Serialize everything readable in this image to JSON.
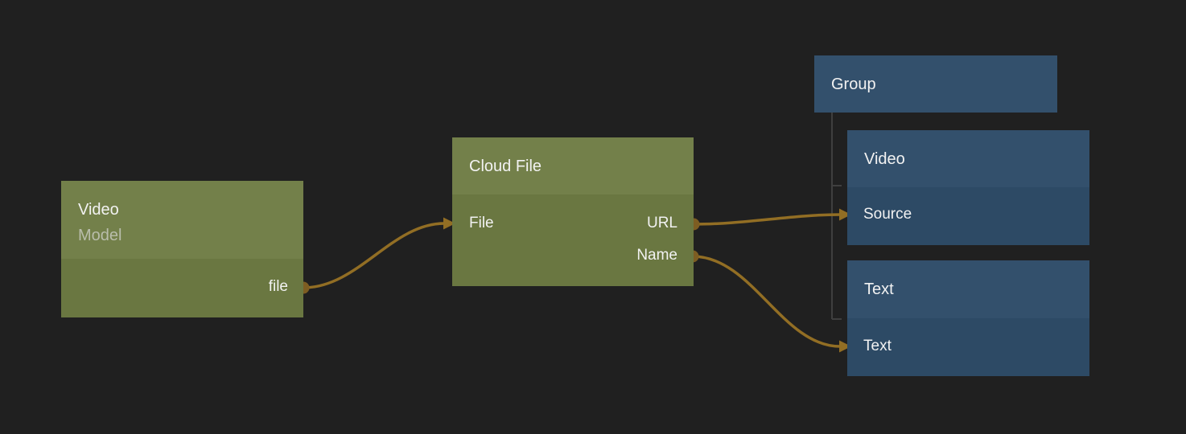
{
  "colors": {
    "background": "#202020",
    "green_node_header": "#73804a",
    "green_node_body": "#6a7741",
    "blue_node_header": "#33506c",
    "blue_node_body": "#2d4a65",
    "wire": "#926e24",
    "port": "#7d5d22",
    "group_tree_line": "#3f3f3f",
    "title_text": "#f2f2f2",
    "subtitle_text": "#b9bdab"
  },
  "nodes": {
    "video_model": {
      "title": "Video",
      "subtitle": "Model",
      "outputs": {
        "file": "file"
      }
    },
    "cloud_file": {
      "title": "Cloud File",
      "inputs": {
        "file": "File"
      },
      "outputs": {
        "url": "URL",
        "name": "Name"
      }
    },
    "group": {
      "title": "Group"
    },
    "group_video": {
      "title": "Video",
      "inputs": {
        "source": "Source"
      }
    },
    "group_text": {
      "title": "Text",
      "inputs": {
        "text": "Text"
      }
    }
  },
  "edges": [
    {
      "from": "Video.file",
      "to": "Cloud File.File"
    },
    {
      "from": "Cloud File.URL",
      "to": "Video.Source"
    },
    {
      "from": "Cloud File.Name",
      "to": "Text.Text"
    }
  ]
}
